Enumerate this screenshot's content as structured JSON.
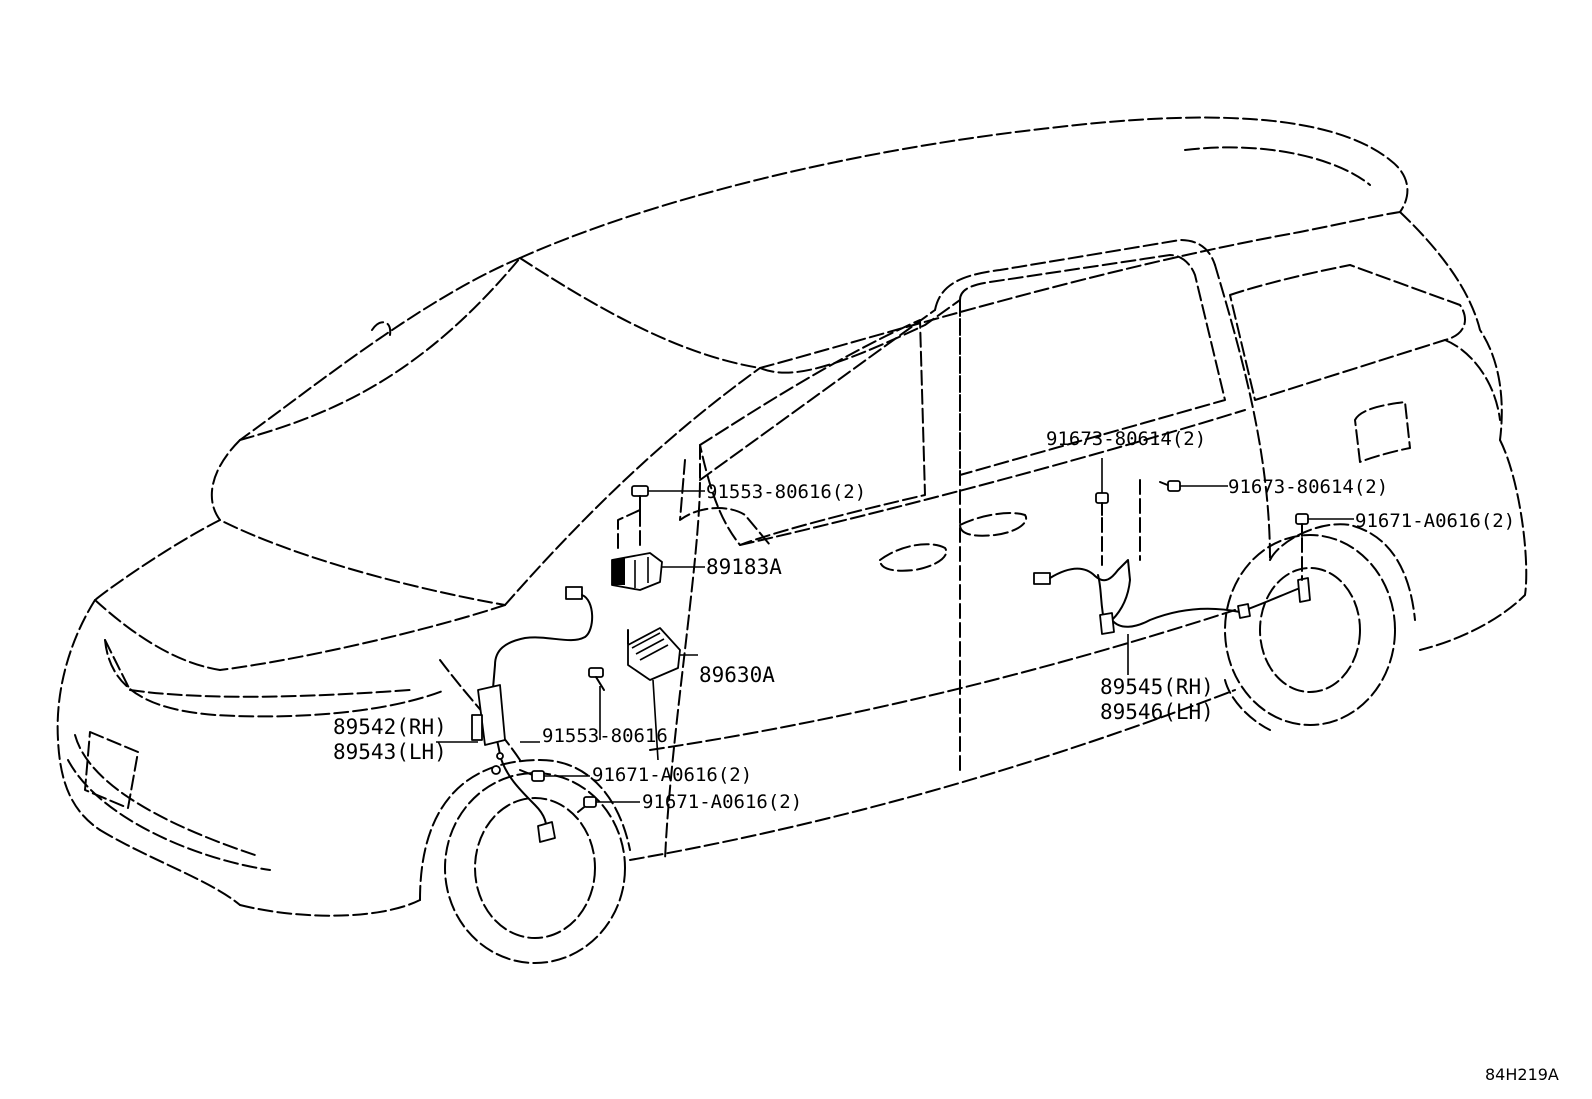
{
  "diagram": {
    "callouts": {
      "c1": "91553-80616(2)",
      "c2": "89183A",
      "c3": "89630A",
      "c4_rh": "89542(RH)",
      "c4_lh": "89543(LH)",
      "c5": "91553-80616",
      "c6": "91671-A0616(2)",
      "c7": "91671-A0616(2)",
      "c8": "91673-80614(2)",
      "c9": "91673-80614(2)",
      "c10": "91671-A0616(2)",
      "c11_rh": "89545(RH)",
      "c11_lh": "89546(LH)"
    },
    "illustration_code": "84H219A"
  }
}
